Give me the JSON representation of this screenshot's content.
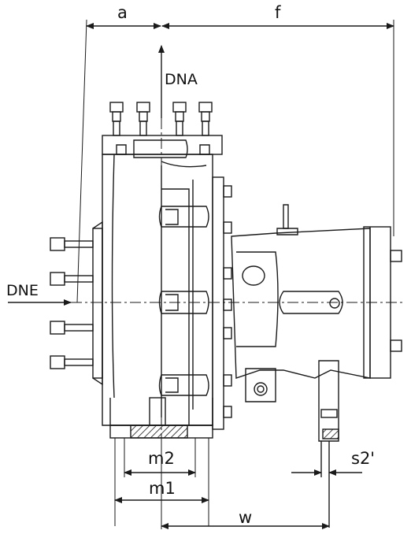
{
  "dimensions": {
    "a": "a",
    "f": "f",
    "m1": "m1",
    "m2": "m2",
    "w": "w",
    "s2": "s2'"
  },
  "flows": {
    "outlet": "DNA",
    "inlet": "DNE"
  },
  "colors": {
    "line": "#1a1a1a",
    "hatch": "#1a1a1a"
  }
}
